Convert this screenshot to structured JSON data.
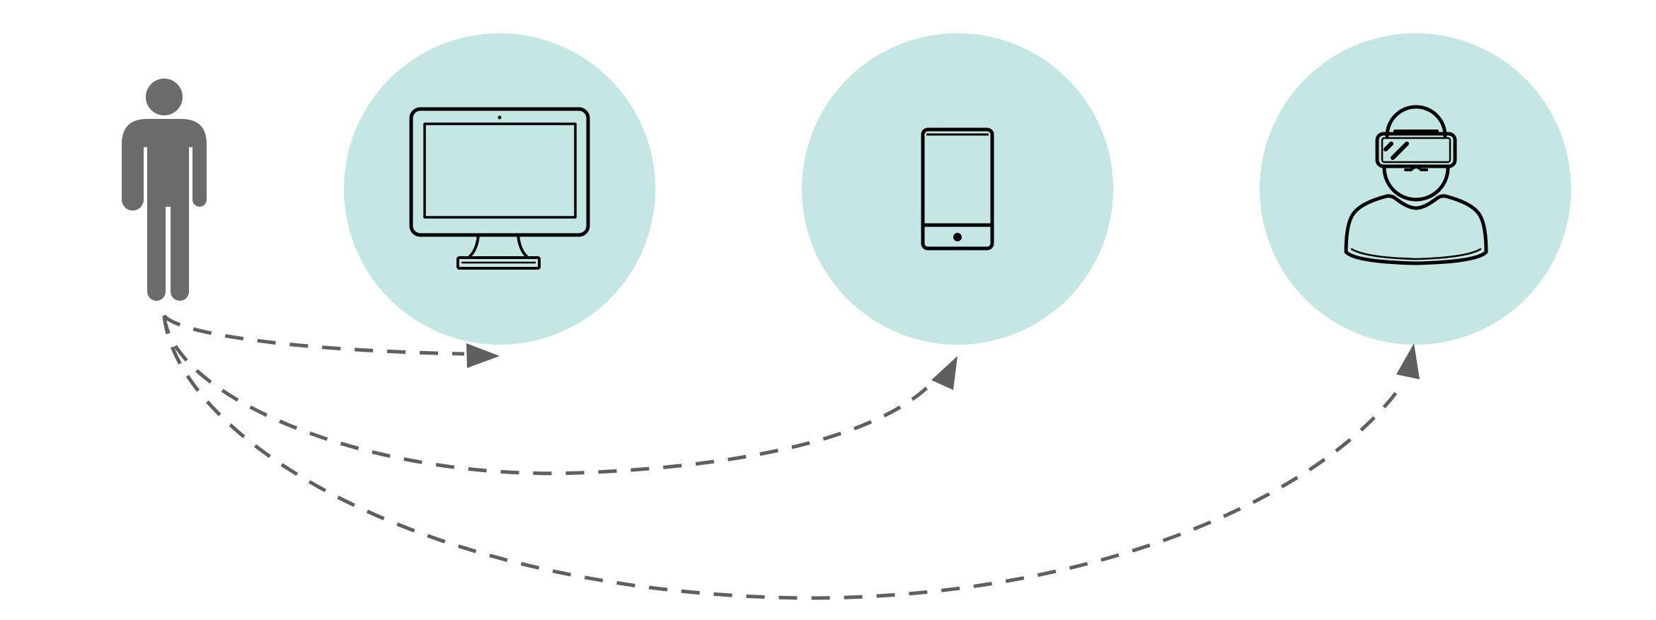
{
  "colors": {
    "background": "#ffffff",
    "circle_fill": "#c5e7e3",
    "person": "#6b6b6b",
    "arrow": "#5f5f5f",
    "icon_stroke": "#000000"
  },
  "nodes": [
    {
      "id": "user",
      "icon": "person-icon"
    },
    {
      "id": "desktop",
      "icon": "monitor-icon"
    },
    {
      "id": "mobile",
      "icon": "smartphone-icon"
    },
    {
      "id": "vr",
      "icon": "vr-headset-user-icon"
    }
  ],
  "connections": [
    {
      "from": "user",
      "to": "desktop",
      "style": "dashed-arrow"
    },
    {
      "from": "user",
      "to": "mobile",
      "style": "dashed-arrow"
    },
    {
      "from": "user",
      "to": "vr",
      "style": "dashed-arrow"
    }
  ]
}
